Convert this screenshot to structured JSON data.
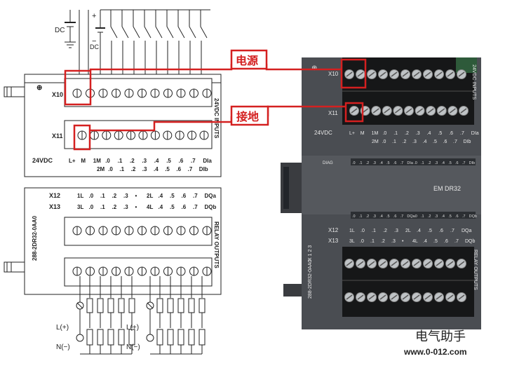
{
  "callouts": {
    "power": "电源",
    "ground": "接地"
  },
  "watermark": {
    "name": "电气助手",
    "url": "www.0-012.com"
  },
  "wiring": {
    "dc_top": "DC",
    "dc_mid": "DC",
    "plus1": "+",
    "minus1": "−",
    "plus2": "+",
    "minus2": "−",
    "l_plus": "L(+)",
    "n_minus": "N(−)",
    "l_plus_2": "L(+)",
    "n_minus_2": "N(−)"
  },
  "drawing": {
    "x10": "X10",
    "x11": "X11",
    "x12": "X12",
    "x13": "X13",
    "supply_24v": "24VDC",
    "x11_labels": [
      "L+",
      "M",
      "1M",
      ".0",
      ".1",
      ".2",
      ".3",
      ".4",
      ".5",
      ".6",
      ".7",
      "DIa"
    ],
    "x11_labels_lower": [
      "2M",
      ".0",
      ".1",
      ".2",
      ".3",
      ".4",
      ".5",
      ".6",
      ".7",
      "DIb"
    ],
    "x12_labels": [
      "1L",
      ".0",
      ".1",
      ".2",
      ".3",
      "•",
      "2L",
      ".4",
      ".5",
      ".6",
      ".7",
      "DQa"
    ],
    "x13_labels": [
      "3L",
      ".0",
      ".1",
      ".2",
      ".3",
      "•",
      "4L",
      ".4",
      ".5",
      ".6",
      ".7",
      "DQb"
    ],
    "inputs_side": "24VDC INPUTS",
    "outputs_side": "RELAY OUTPUTS",
    "part_number": "288-2DR32-0AA0"
  },
  "module": {
    "x10": "X10",
    "x11": "X11",
    "x12": "X12",
    "x13": "X13",
    "supply_24v": "24VDC",
    "label_row_top": [
      "L+",
      "M",
      "1M",
      ".0",
      ".1",
      ".2",
      ".3",
      ".4",
      ".5",
      ".6",
      ".7",
      "DIa"
    ],
    "label_row_top_lower": [
      "2M",
      ".0",
      ".1",
      ".2",
      ".3",
      ".4",
      ".5",
      ".6",
      ".7",
      "DIb"
    ],
    "diag": "DIAG",
    "led_row_1": [
      ".0",
      ".1",
      ".2",
      ".3",
      ".4",
      ".5",
      ".6",
      ".7",
      "DIa",
      ".0",
      ".1",
      ".2",
      ".3",
      ".4",
      ".5",
      ".6",
      ".7",
      "DIb"
    ],
    "name": "EM DR32",
    "led_row_2": [
      ".0",
      ".1",
      ".2",
      ".3",
      ".4",
      ".5",
      ".6",
      ".7",
      "DQa",
      ".0",
      ".1",
      ".2",
      ".3",
      ".4",
      ".5",
      ".6",
      ".7",
      "DQb"
    ],
    "x12_labels": [
      "1L",
      ".0",
      ".1",
      ".2",
      ".3",
      "2L",
      ".4",
      ".5",
      ".6",
      ".7",
      "DQa"
    ],
    "x13_labels": [
      "3L",
      ".0",
      ".1",
      ".2",
      ".3",
      "•",
      "4L",
      ".4",
      ".5",
      ".6",
      ".7",
      "DQb"
    ],
    "inputs_side": "24VDC INPUTS",
    "outputs_side": "RELAY OUTPUTS",
    "part_number": "288-2DR32-0AA0",
    "x_box": "X 1 2 3"
  },
  "colors": {
    "callout_red": "#d42020",
    "module_body": "#4a4d52",
    "module_dark": "#2f3236",
    "terminal_black": "#161718",
    "screw": "#bfc3c6",
    "drawing_line": "#222222"
  }
}
